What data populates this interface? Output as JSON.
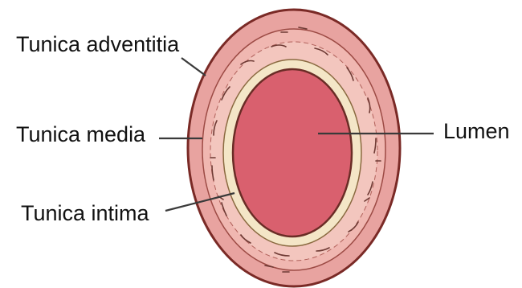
{
  "labels": {
    "adventitia": "Tunica adventitia",
    "media": "Tunica media",
    "intima": "Tunica intima",
    "lumen": "Lumen"
  },
  "colors": {
    "adventitia_fill": "#E8A3A0",
    "adventitia_outline": "#7A2A26",
    "media_fill": "#F3C6BE",
    "intima_fill": "#F4E6C7",
    "lumen_fill": "#D9606E",
    "lumen_outline": "#6A2C26",
    "leader_line": "#3A3A3A",
    "text": "#111111"
  }
}
